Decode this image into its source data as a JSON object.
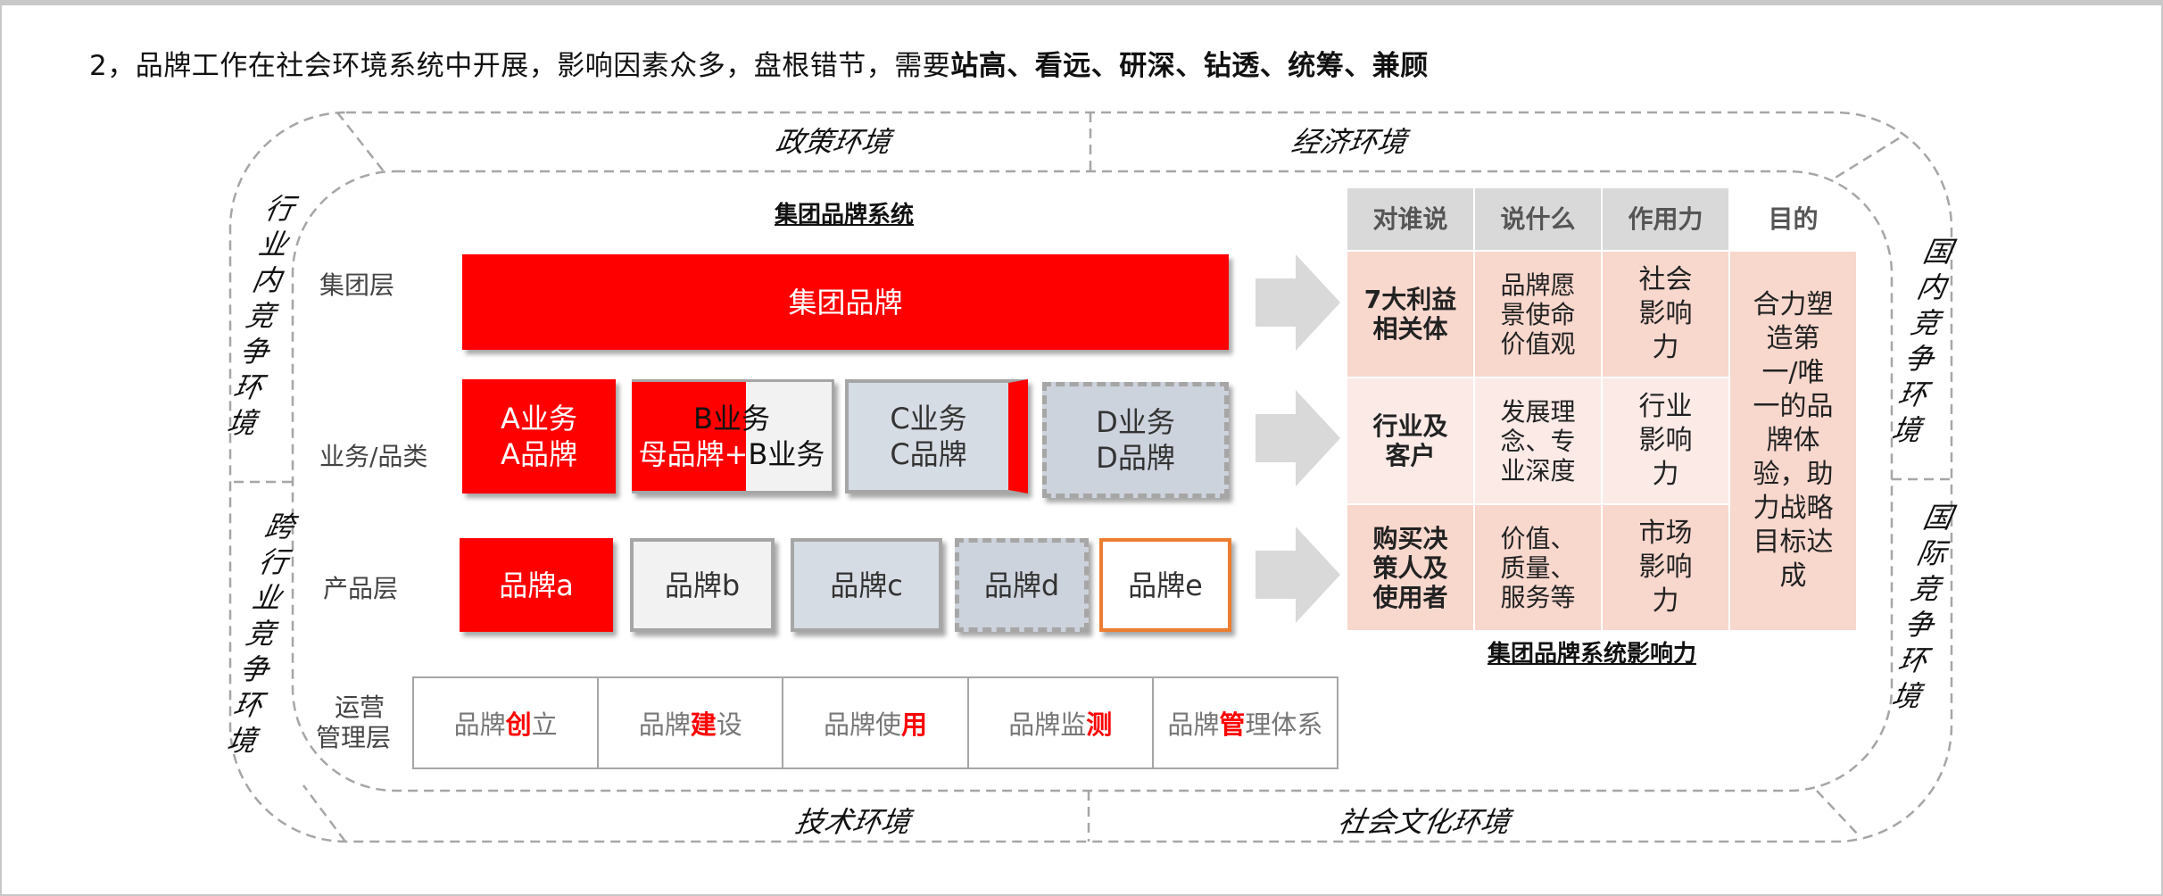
{
  "title": {
    "prefix": "2，品牌工作在社会环境系统中开展，影响因素众多，盘根错节，需要",
    "emphasis": "站高、看远、研深、钻透、统筹、兼顾"
  },
  "environments": {
    "top_left": "政策环境",
    "top_right": "经济环境",
    "bottom_left": "技术环境",
    "bottom_right": "社会文化环境",
    "left_upper": "行业内竞争环境",
    "left_lower": "跨行业竞争环境",
    "right_upper": "国内竞争环境",
    "right_lower": "国际竞争环境"
  },
  "system": {
    "title": "集团品牌系统",
    "layers": {
      "group": "集团层",
      "business": "业务/品类",
      "product": "产品层",
      "operations_line1": "运营",
      "operations_line2": "管理层"
    },
    "group_brand": "集团品牌",
    "business_boxes": [
      {
        "line1": "A业务",
        "line2": "A品牌",
        "style": "red"
      },
      {
        "line1": "B业务",
        "line2_red": "母品牌+",
        "line2_gray": "B业务",
        "style": "split-red-gray"
      },
      {
        "line1": "C业务",
        "line2": "C品牌",
        "style": "bluegray-red-strip"
      },
      {
        "line1": "D业务",
        "line2": "D品牌",
        "style": "dashed"
      }
    ],
    "product_boxes": [
      {
        "label": "品牌a",
        "style": "red"
      },
      {
        "label": "品牌b",
        "style": "lightgray"
      },
      {
        "label": "品牌c",
        "style": "bluegray"
      },
      {
        "label": "品牌d",
        "style": "dashed"
      },
      {
        "label": "品牌e",
        "style": "orange"
      }
    ],
    "operations": [
      {
        "pre": "品牌",
        "hl": "创",
        "post": "立"
      },
      {
        "pre": "品牌",
        "hl": "建",
        "post": "设"
      },
      {
        "pre": "品牌使",
        "hl": "用",
        "post": ""
      },
      {
        "pre": "品牌监",
        "hl": "测",
        "post": ""
      },
      {
        "pre": "品牌",
        "hl": "管",
        "post": "理体系"
      }
    ]
  },
  "impact_table": {
    "headers": [
      "对谁说",
      "说什么",
      "作用力",
      "目的"
    ],
    "rows": [
      {
        "who": "7大利益相关体",
        "what": "品牌愿景使命价值观",
        "force": "社会影响力"
      },
      {
        "who": "行业及客户",
        "what": "发展理念、专业深度",
        "force": "行业影响力"
      },
      {
        "who": "购买决策人及使用者",
        "what": "价值、质量、服务等",
        "force": "市场影响力"
      }
    ],
    "goal": "合力塑造第一/唯一的品牌体验，助力战略目标达成",
    "caption": "集团品牌系统影响力"
  },
  "colors": {
    "brand_red": "#ff0000",
    "table_header": "#d9d9d9",
    "table_pink": "#f8d7cd",
    "table_light_pink": "#fbeae6",
    "orange_border": "#ed7d31",
    "bluegray": "#d6dce4",
    "dashed_line": "#a6a6a6"
  }
}
